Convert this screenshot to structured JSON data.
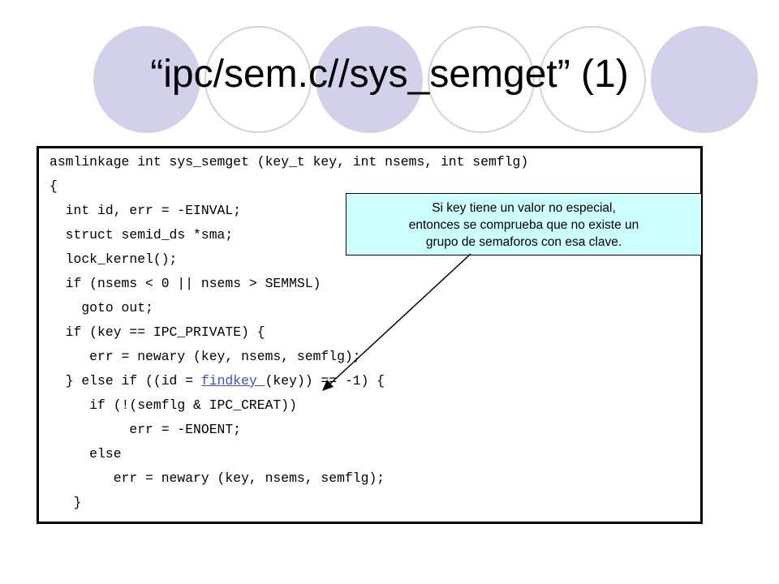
{
  "slide": {
    "title": "“ipc/sem.c//sys_semget” (1)"
  },
  "code": {
    "lines": [
      "asmlinkage int sys_semget (key_t key, int nsems, int semflg)",
      "{",
      "  int id, err = -EINVAL;",
      "  struct semid_ds *sma;",
      "  lock_kernel();",
      "  if (nsems < 0 || nsems > SEMMSL)",
      "    goto out;",
      "  if (key == IPC_PRIVATE) {",
      "     err = newary (key, nsems, semflg);",
      "  } else if ((id = ",
      "(key)) == -1) {",
      "     if (!(semflg & IPC_CREAT))",
      "          err = -ENOENT;",
      "     else",
      "        err = newary (key, nsems, semflg);",
      "   }"
    ],
    "link_text": "findkey "
  },
  "callout": {
    "lines": [
      "Si key tiene un valor no especial,",
      "entonces se comprueba que no existe un",
      "grupo de semaforos con esa clave."
    ]
  },
  "colors": {
    "circle_fill": "#d1d1eb",
    "callout_bg": "#ccffff",
    "link": "#3b4fd8"
  }
}
